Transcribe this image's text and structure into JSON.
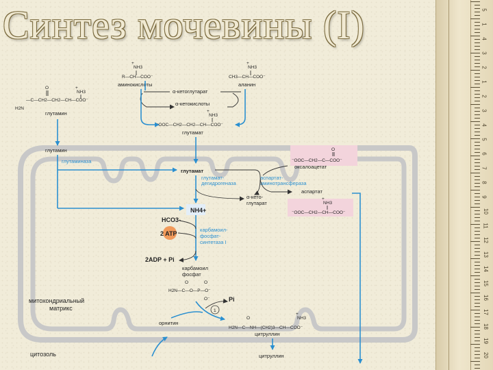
{
  "title": "Синтез мочевины (I)",
  "labels": {
    "aminoacids": "аминокислоты",
    "alanine": "аланин",
    "akg_top": "α-кетоглутарат",
    "aketoacids": "α-кетокислоты",
    "glutamine_top": "глутамин",
    "glutamate_top": "глутамат",
    "glutamine_mito": "глутамин",
    "glutaminase": "глутаминаза",
    "glutamate_mito": "глутамат",
    "oxaloacetate": "оксалоацетат",
    "aspat_enzyme_1": "аспартат-",
    "aspat_enzyme_2": "аминотрансфераза",
    "aspartate_mito": "аспартат",
    "gdh_1": "глутамат-",
    "gdh_2": "дегидрогеназа",
    "akg_mito_1": "α-кето-",
    "akg_mito_2": "глутарат",
    "nh4": "NH4+",
    "hco3": "HCO3-",
    "atp": "2 ATP",
    "cps_1": "карбамоил-",
    "cps_2": "фосфат-",
    "cps_3": "синтетаза I",
    "adp": "2ADP + Pi",
    "cp_1": "карбамоил",
    "cp_2": "фосфат",
    "matrix_1": "митохондриальный",
    "matrix_2": "матрикс",
    "pi": "Pi",
    "step": "1",
    "ornithine": "орнитин",
    "citrulline_mito": "цитруллин",
    "cytosol": "цитозоль",
    "citrulline_cyt": "цитруллин"
  },
  "colors": {
    "arrow": "#2a8fd0",
    "membrane": "#c8c8c8",
    "highlight": "#f3d4dc",
    "atp": "#f19a5a",
    "title_outline": "#7a6a3e"
  },
  "ruler_numbers": [
    "5",
    "1",
    "4",
    "3",
    "2",
    "1",
    "2",
    "3",
    "4",
    "5",
    "6",
    "7",
    "8",
    "9",
    "10",
    "11",
    "12",
    "13",
    "14",
    "15",
    "16",
    "17",
    "18",
    "19",
    "20"
  ]
}
